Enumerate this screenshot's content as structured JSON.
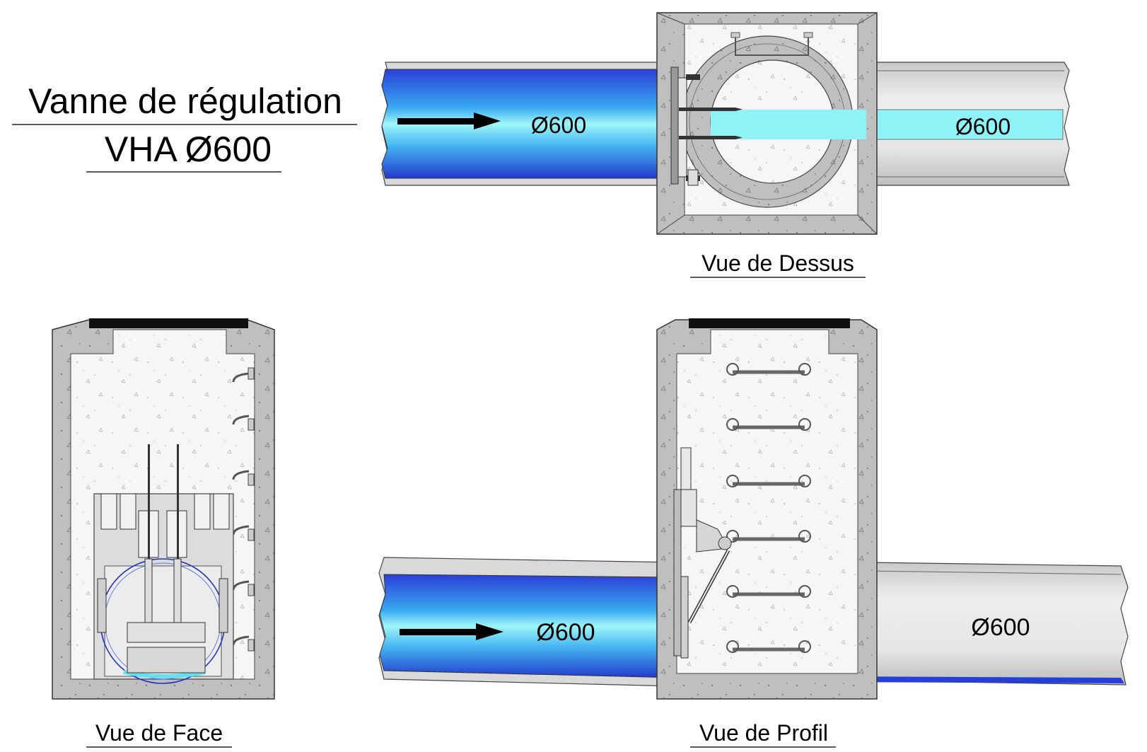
{
  "title": {
    "line1": "Vanne de régulation",
    "line2": "VHA Ø600"
  },
  "views": {
    "top": "Vue de Dessus",
    "face": "Vue de Face",
    "profile": "Vue de Profil"
  },
  "pipes": {
    "top_inlet": "Ø600",
    "top_outlet": "Ø600",
    "profile_inlet": "Ø600",
    "profile_outlet": "Ø600"
  },
  "colors": {
    "water_dark": "#1f4fe0",
    "water_light": "#8ff3f6",
    "concrete": "#b8b8b8",
    "concrete_fill": "#f2f2f2",
    "pipe_gray": "#dedede",
    "outline": "#333333"
  }
}
